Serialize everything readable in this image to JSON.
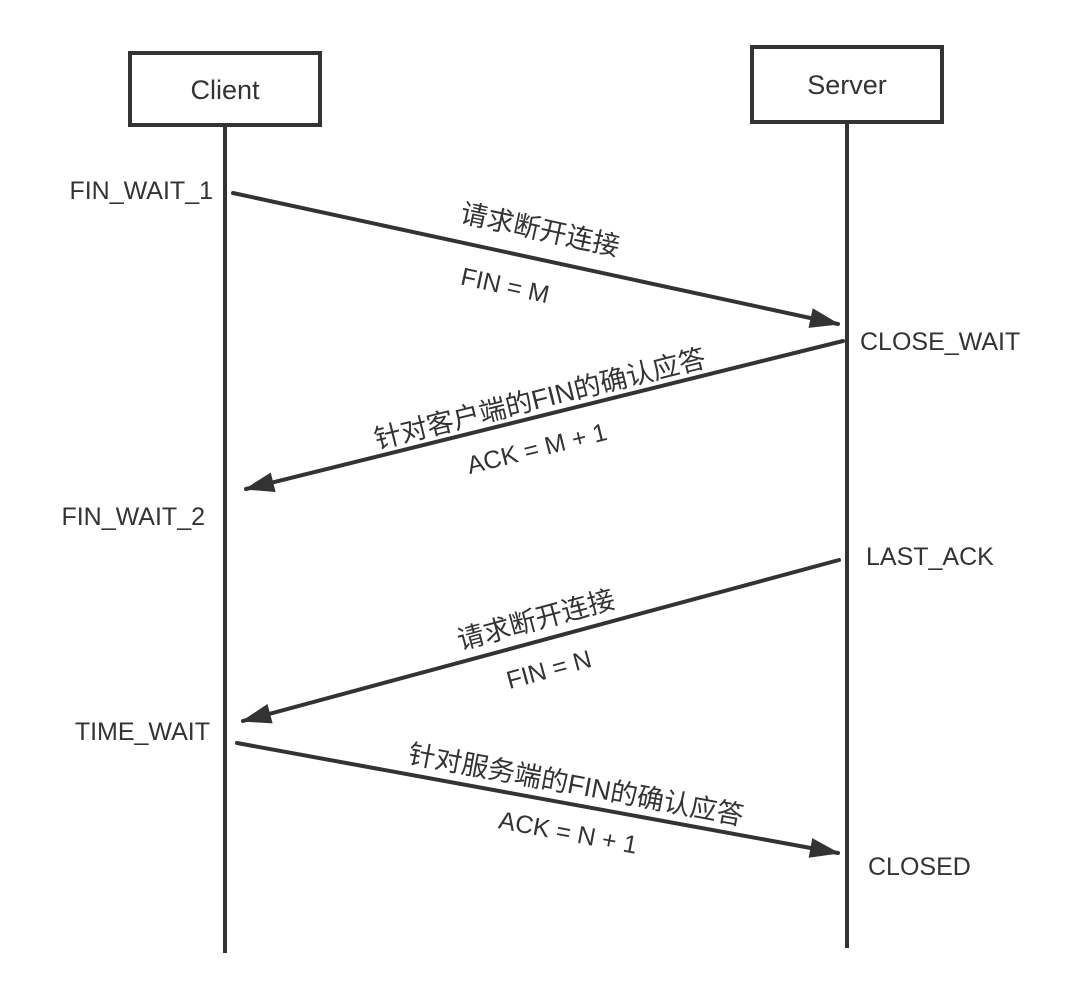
{
  "colors": {
    "ink": "#333333",
    "background": "#ffffff"
  },
  "actors": [
    {
      "id": "client",
      "label": "Client"
    },
    {
      "id": "server",
      "label": "Server"
    }
  ],
  "states": {
    "client": [
      "FIN_WAIT_1",
      "FIN_WAIT_2",
      "TIME_WAIT"
    ],
    "server": [
      "CLOSE_WAIT",
      "LAST_ACK",
      "CLOSED"
    ]
  },
  "messages": [
    {
      "from": "client",
      "to": "server",
      "label": "请求断开连接",
      "detail": "FIN = M"
    },
    {
      "from": "server",
      "to": "client",
      "label": "针对客户端的FIN的确认应答",
      "detail": "ACK = M + 1"
    },
    {
      "from": "server",
      "to": "client",
      "label": "请求断开连接",
      "detail": "FIN = N"
    },
    {
      "from": "client",
      "to": "server",
      "label": "针对服务端的FIN的确认应答",
      "detail": "ACK = N + 1"
    }
  ]
}
